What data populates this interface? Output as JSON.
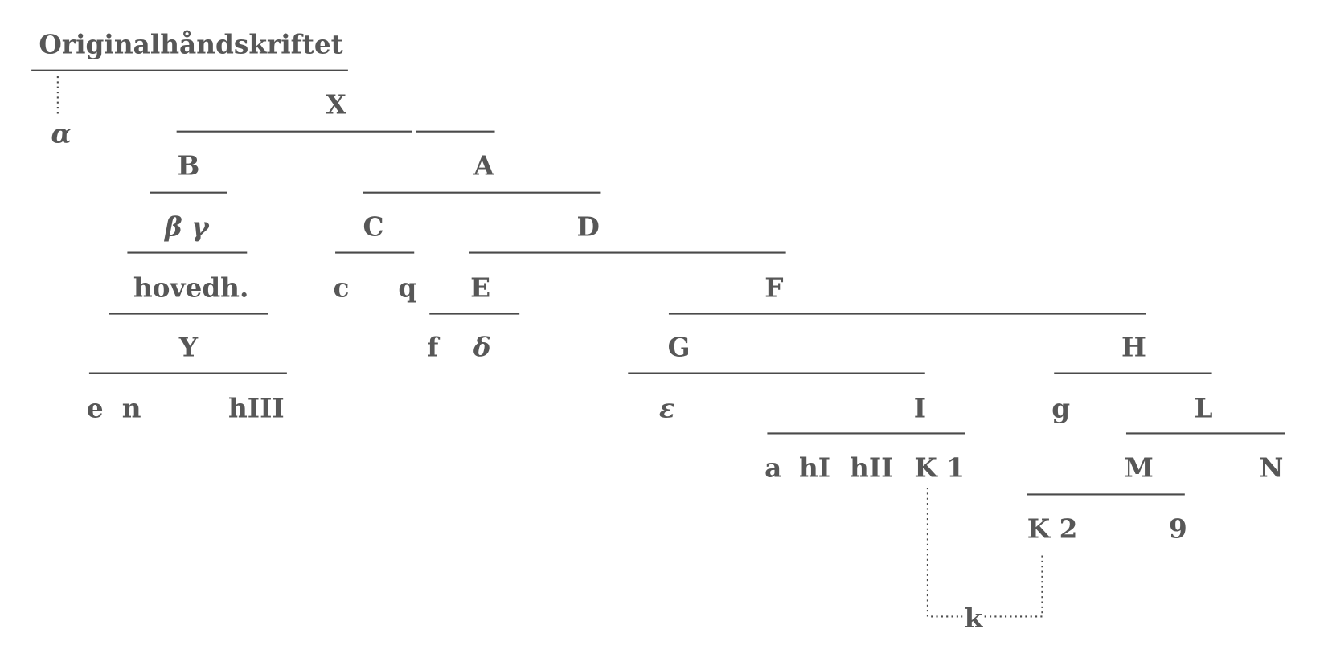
{
  "stemma": {
    "root": "Originalhåndskriftet",
    "alpha": "α",
    "X": "X",
    "B": "B",
    "A": "A",
    "beta_gamma": "β γ",
    "C": "C",
    "D": "D",
    "hovedh": "hovedh.",
    "c": "c",
    "q": "q",
    "E": "E",
    "F": "F",
    "Y": "Y",
    "f": "f",
    "delta": "δ",
    "G": "G",
    "H": "H",
    "e": "e",
    "n": "n",
    "hIII": "hIII",
    "epsilon": "ε",
    "I": "I",
    "g": "g",
    "L": "L",
    "a": "a",
    "hI": "hI",
    "hII": "hII",
    "K1": "K 1",
    "M": "M",
    "N": "N",
    "K2": "K 2",
    "nine": "9",
    "k": "k"
  }
}
